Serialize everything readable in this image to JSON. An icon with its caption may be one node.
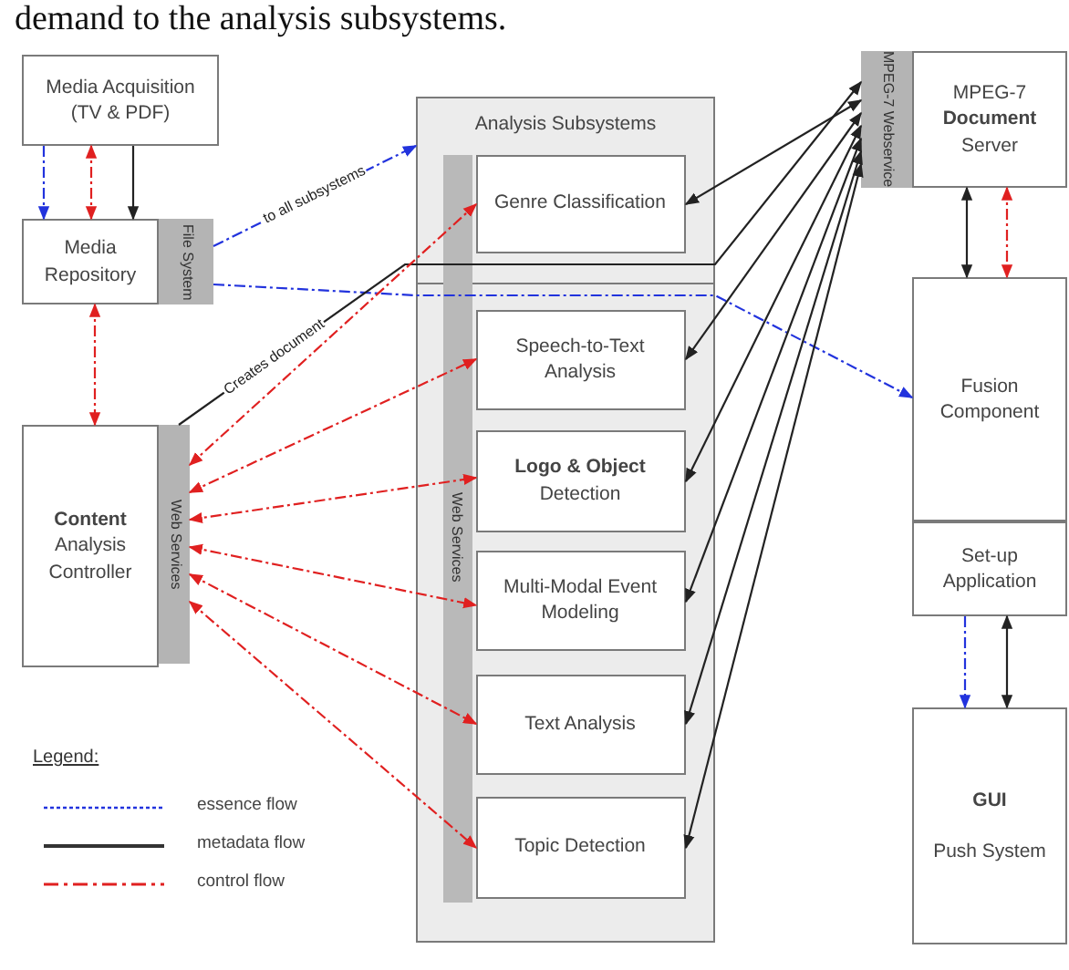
{
  "diagram": {
    "nodes": [
      {
        "text": [
          "Media Acquisition (TV & PDF)"
        ]
      },
      {
        "text": [
          "Media Repository"
        ]
      },
      {
        "text": [
          "File System"
        ]
      },
      {
        "text": [
          "**Content** Analysis Controller"
        ]
      },
      {
        "text": [
          "Web Services"
        ]
      },
      {
        "text": [
          "Analysis Subsystems"
        ]
      },
      {
        "text": [
          "Genre Classification"
        ],
        "in": 5
      },
      {
        "text": [
          "Speech-to-Text Analysis"
        ],
        "in": 5
      },
      {
        "text": [
          "**Logo & Object** Detection"
        ],
        "in": 5
      },
      {
        "text": [
          "Multi-Modal Event Modeling"
        ],
        "in": 5
      },
      {
        "text": [
          "Text Analysis"
        ],
        "in": 5
      },
      {
        "text": [
          "Topic Detection"
        ],
        "in": 5
      },
      {
        "text": [
          "MPEG-7 Webservice"
        ]
      },
      {
        "text": [
          "MPEG-7 **Document** Server"
        ]
      },
      {
        "text": [
          "Fusion Component"
        ]
      },
      {
        "text": [
          "Set-up Application"
        ]
      },
      {
        "text": [
          "GUI",
          "Push System"
        ]
      }
    ],
    "edges": [
      {
        "from": 0,
        "to": 1,
        "arrow": "to",
        "style": "dashed",
        "color": "#2233dd"
      },
      {
        "from": 0,
        "to": 1,
        "arrow": "both",
        "style": "dashed",
        "color": "#e02020"
      },
      {
        "from": 0,
        "to": 1,
        "arrow": "to"
      },
      {
        "from": 1,
        "to": 3,
        "arrow": "both",
        "style": "dashed",
        "color": "#e02020"
      },
      {
        "from": 2,
        "to": 5,
        "arrow": "to",
        "label": "to all subsystems",
        "style": "dashed",
        "color": "#2233dd"
      },
      {
        "from": 2,
        "to": 14,
        "arrow": "to",
        "style": "dashed",
        "color": "#2233dd"
      },
      {
        "from": 4,
        "to": 12,
        "arrow": "to",
        "label": "Creates document"
      },
      {
        "from": 12,
        "to": 6,
        "arrow": "both"
      },
      {
        "from": 12,
        "to": 7,
        "arrow": "both"
      },
      {
        "from": 12,
        "to": 8,
        "arrow": "both"
      },
      {
        "from": 12,
        "to": 9,
        "arrow": "both"
      },
      {
        "from": 12,
        "to": 10,
        "arrow": "both"
      },
      {
        "from": 12,
        "to": 11,
        "arrow": "both"
      },
      {
        "from": 4,
        "to": 6,
        "arrow": "both",
        "style": "dashed",
        "color": "#e02020"
      },
      {
        "from": 4,
        "to": 7,
        "arrow": "both",
        "style": "dashed",
        "color": "#e02020"
      },
      {
        "from": 4,
        "to": 8,
        "arrow": "both",
        "style": "dashed",
        "color": "#e02020"
      },
      {
        "from": 4,
        "to": 9,
        "arrow": "both",
        "style": "dashed",
        "color": "#e02020"
      },
      {
        "from": 4,
        "to": 10,
        "arrow": "both",
        "style": "dashed",
        "color": "#e02020"
      },
      {
        "from": 4,
        "to": 11,
        "arrow": "both",
        "style": "dashed",
        "color": "#e02020"
      },
      {
        "from": 13,
        "to": 14,
        "arrow": "both"
      },
      {
        "from": 13,
        "to": 14,
        "arrow": "both",
        "style": "dashed",
        "color": "#e02020"
      },
      {
        "from": 15,
        "to": 16,
        "arrow": "to",
        "style": "dashed",
        "color": "#2233dd"
      },
      {
        "from": 15,
        "to": 16,
        "arrow": "both"
      }
    ],
    "labels": [
      "demand to the analysis subsystems.",
      "Web Services",
      "Legend:"
    ],
    "legend": [
      {
        "text": "essence flow"
      },
      {
        "text": "metadata flow"
      },
      {
        "text": "control flow"
      }
    ]
  }
}
